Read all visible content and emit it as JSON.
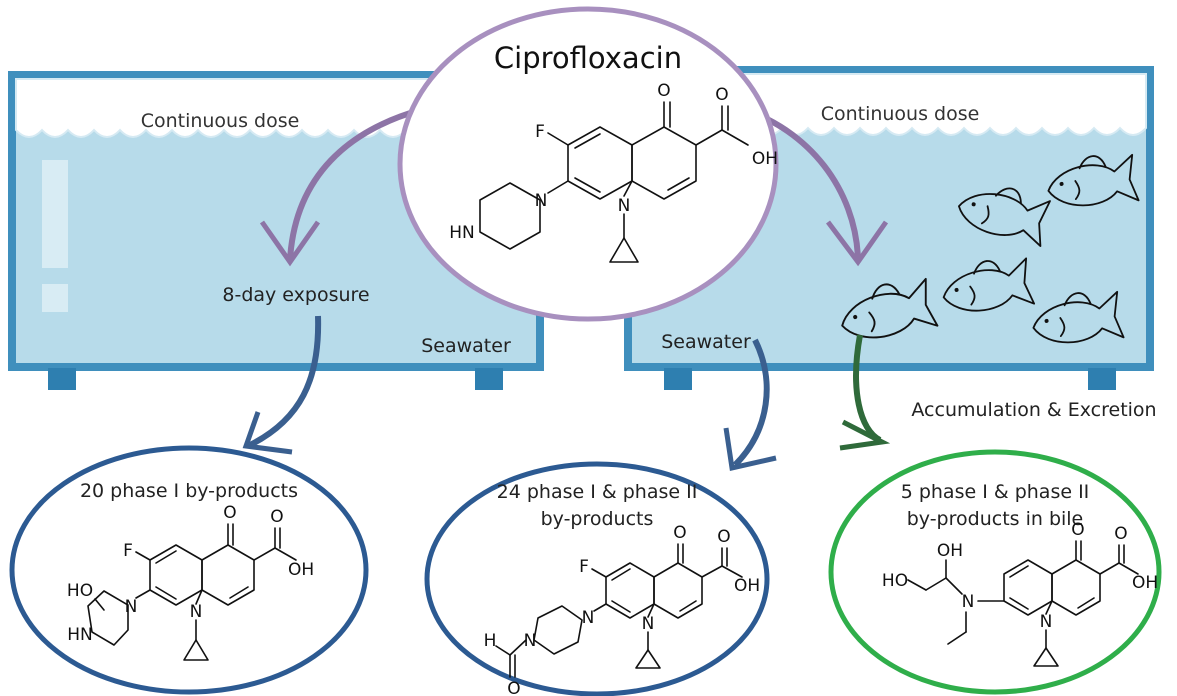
{
  "colors": {
    "water": "#b7dbea",
    "tank_border": "#3f8fbd",
    "tank_foot": "#2e7fb0",
    "center_circle": "#a890bf",
    "arrow_purple": "#8d74a6",
    "arrow_blue": "#3a5f8f",
    "arrow_green": "#2f6a3a",
    "circle_blue": "#2c5a92",
    "circle_green": "#2fae4a"
  },
  "center": {
    "title": "Ciprofloxacin",
    "atoms": {
      "o": "O",
      "oh": "OH",
      "f": "F",
      "n1": "N",
      "n2": "N",
      "hn": "HN"
    }
  },
  "left_tank": {
    "dose_label": "Continuous dose",
    "exposure_label": "8-day exposure",
    "medium_label": "Seawater"
  },
  "right_tank": {
    "dose_label": "Continuous dose",
    "medium_label": "Seawater",
    "accumulation_label": "Accumulation & Excretion",
    "fish_icon": "fish-icon"
  },
  "products": [
    {
      "line1": "20 phase I by-products",
      "line2": "",
      "atoms": {
        "o": "O",
        "oh": "OH",
        "f": "F",
        "n1": "N",
        "n2": "N",
        "ho": "HO",
        "hn": "HN"
      }
    },
    {
      "line1": "24 phase I & phase II",
      "line2": "by-products",
      "atoms": {
        "o": "O",
        "oh": "OH",
        "f": "F",
        "n1": "N",
        "n2": "N",
        "n3": "N",
        "h": "H",
        "o2": "O"
      }
    },
    {
      "line1": "5 phase I & phase II",
      "line2": "by-products in bile",
      "atoms": {
        "o": "O",
        "oh": "OH",
        "n1": "N",
        "n2": "N",
        "oh2": "OH",
        "ho": "HO"
      }
    }
  ]
}
